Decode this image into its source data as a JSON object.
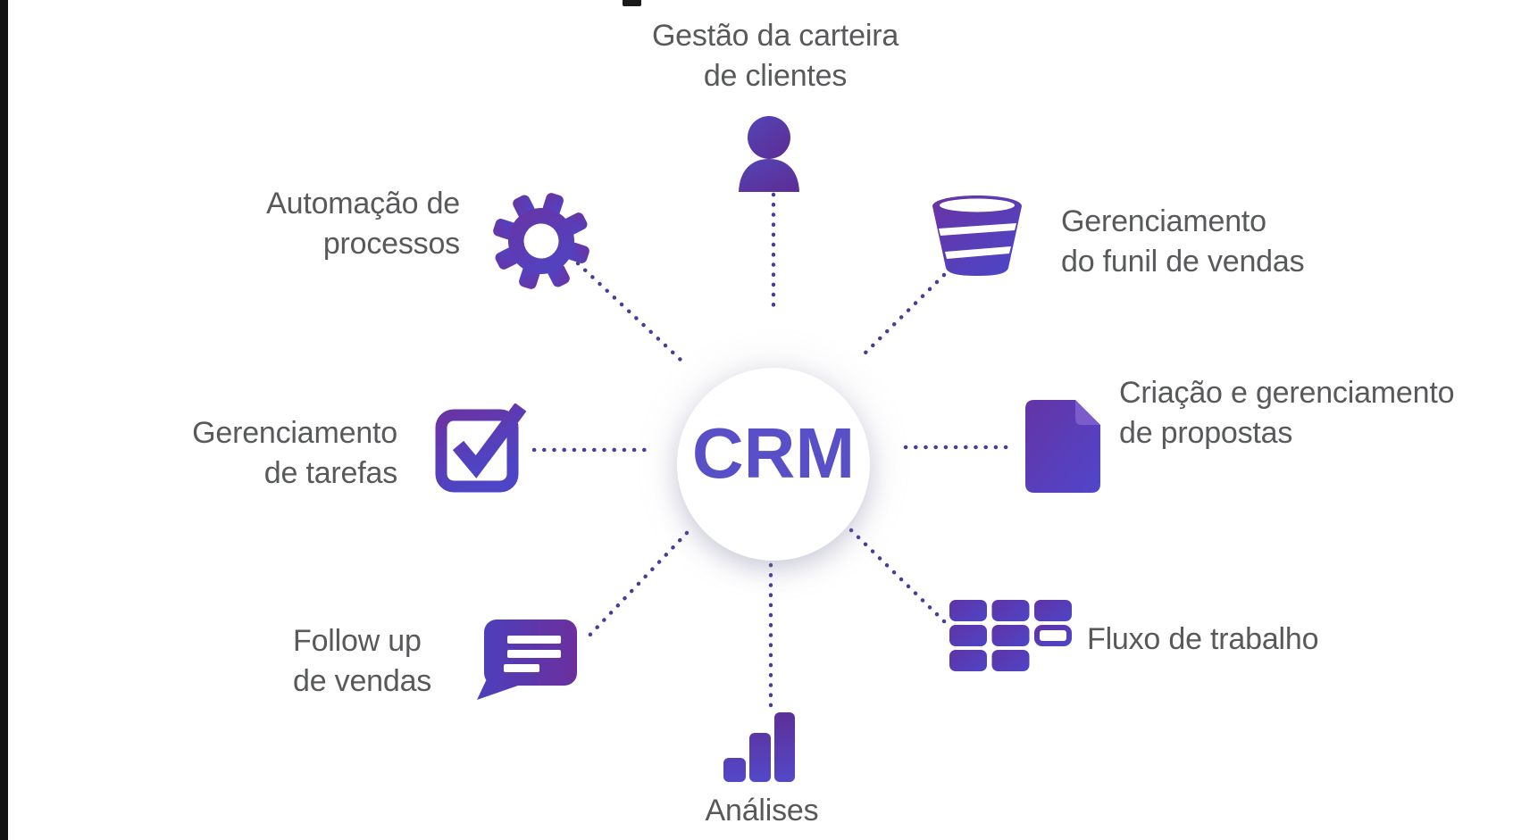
{
  "diagram": {
    "center_label": "CRM",
    "nodes": {
      "clientes": {
        "line1": "Gestão da carteira",
        "line2": "de clientes",
        "icon": "user"
      },
      "automacao": {
        "line1": "Automação de",
        "line2": "processos",
        "icon": "gear"
      },
      "funil": {
        "line1": "Gerenciamento",
        "line2": "do funil de vendas",
        "icon": "funnel"
      },
      "tarefas": {
        "line1": "Gerenciamento",
        "line2": "de tarefas",
        "icon": "checkbox"
      },
      "propostas": {
        "line1": "Criação e gerenciamento",
        "line2": "de propostas",
        "icon": "document"
      },
      "followup": {
        "line1": "Follow up",
        "line2": "de vendas",
        "icon": "speech-bubble"
      },
      "fluxo": {
        "line1": "Fluxo de trabalho",
        "icon": "workflow-grid"
      },
      "analises": {
        "line1": "Análises",
        "icon": "bar-chart"
      }
    },
    "colors": {
      "icon_gradient_start": "#6a33a3",
      "icon_gradient_end": "#4d45c6",
      "connector_dots": "#453c9b",
      "crm_text": "#5950c7",
      "label_text": "#58595b",
      "background": "#ffffff",
      "edge_bar": "#121212"
    }
  }
}
